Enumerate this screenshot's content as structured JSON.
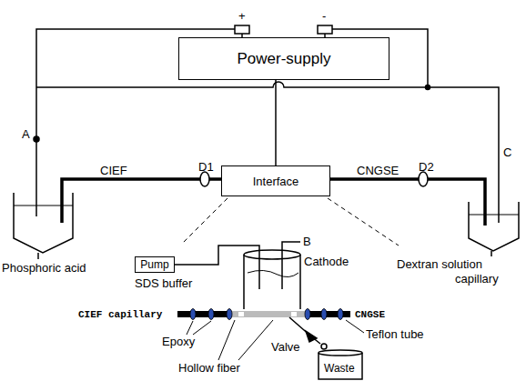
{
  "diagram": {
    "nodes": [
      {
        "text": [
          "Power-supply"
        ]
      },
      {
        "text": [
          "Interface"
        ]
      },
      {
        "text": [
          "Pump"
        ]
      }
    ],
    "edges": [
      {
        "from": 0,
        "to": 1,
        "arrow": "none"
      }
    ],
    "labels": [
      "+",
      "-",
      "A",
      "CIEF",
      "D1",
      "CNGSE",
      "D2",
      "C",
      "Phosphoric acid",
      "Dextran solution",
      "capillary",
      "SDS buffer",
      "B",
      "Cathode",
      "CIEF capillary",
      "CNGSE",
      "Epoxy",
      "Teflon tube",
      "Hollow fiber",
      "Valve",
      "Waste"
    ]
  }
}
